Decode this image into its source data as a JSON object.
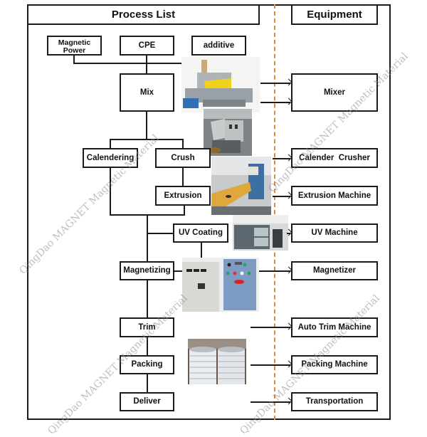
{
  "headers": {
    "process_list": "Process List",
    "equipment": "Equipment"
  },
  "process": {
    "magnetic_power": "Magnetic Power",
    "cpe": "CPE",
    "additive": "additive",
    "mix": "Mix",
    "calendering": "Calendering",
    "crush": "Crush",
    "extrusion": "Extrusion",
    "uv_coating": "UV Coating",
    "magnetizing": "Magnetizing",
    "trim": "Trim",
    "packing": "Packing",
    "deliver": "Deliver"
  },
  "equipment": {
    "mixer": "Mixer",
    "calender_crusher": "Calender  Crusher",
    "extrusion_machine": "Extrusion Machine",
    "uv_machine": "UV Machine",
    "magnetizer": "Magnetizer",
    "auto_trim_machine": "Auto Trim Machine",
    "packing_machine": "Packing Machine",
    "transportation": "Transportation"
  },
  "photos": [
    {
      "name": "mixer-photo",
      "subject": "internal mixer machine"
    },
    {
      "name": "crusher-photo",
      "subject": "crusher machine"
    },
    {
      "name": "extrusion-photo",
      "subject": "extrusion line"
    },
    {
      "name": "uv-machine-photo",
      "subject": "UV coating machine"
    },
    {
      "name": "magnetizer-photo",
      "subject": "magnetizer control cabinets"
    },
    {
      "name": "packing-photo",
      "subject": "rolls of magnetic strip"
    }
  ],
  "watermarks": [
    "QingDao MAGNET Magnetic Material",
    "QingDao MAGNET Magnetic Material",
    "QingDao MAGNET Magnetic Material",
    "QingDao MAGNET Magnetic Material"
  ],
  "colors": {
    "divider": "#e08a3a",
    "line": "#1a1a1a"
  }
}
